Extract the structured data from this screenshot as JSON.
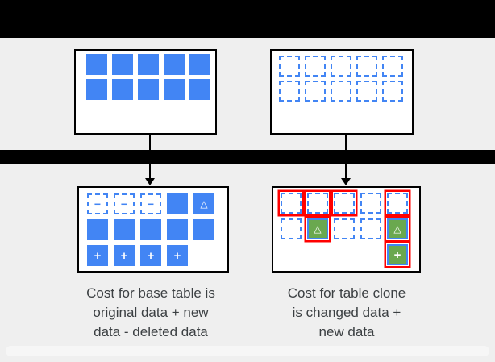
{
  "colors": {
    "background": "#efefef",
    "bar_black": "#000000",
    "block_blue": "#4285f4",
    "block_green": "#6aa84f",
    "highlight_red": "#ff0000",
    "box_background": "#ffffff",
    "box_border": "#000000",
    "caption_text": "#3c4043"
  },
  "cell_defs": {
    "S": {
      "cls": "solid",
      "sym": ""
    },
    "D": {
      "cls": "dashed",
      "sym": ""
    },
    "DM": {
      "cls": "dashed minus",
      "sym": "−"
    },
    "SD": {
      "cls": "solid delta",
      "sym": "△"
    },
    "SP": {
      "cls": "solid plus",
      "sym": "+"
    },
    "RD": {
      "cls": "dashed ring",
      "sym": ""
    },
    "GD": {
      "cls": "green ring delta",
      "sym": "△"
    },
    "GP": {
      "cls": "green ring plus",
      "sym": "+"
    },
    "E": {
      "cls": "empty",
      "sym": ""
    }
  },
  "boxes": {
    "base_table_original": {
      "rows": [
        [
          "S",
          "S",
          "S",
          "S",
          "S"
        ],
        [
          "S",
          "S",
          "S",
          "S",
          "S"
        ]
      ]
    },
    "table_clone_original": {
      "rows": [
        [
          "D",
          "D",
          "D",
          "D",
          "D"
        ],
        [
          "D",
          "D",
          "D",
          "D",
          "D"
        ]
      ]
    },
    "base_table_after": {
      "rows": [
        [
          "DM",
          "DM",
          "DM",
          "S",
          "SD"
        ],
        [
          "S",
          "S",
          "S",
          "S",
          "S"
        ],
        [
          "SP",
          "SP",
          "SP",
          "SP",
          "E"
        ]
      ]
    },
    "table_clone_after": {
      "rows": [
        [
          "RD",
          "RD",
          "RD",
          "D",
          "RD"
        ],
        [
          "D",
          "GD",
          "D",
          "D",
          "GD"
        ],
        [
          "E",
          "E",
          "E",
          "E",
          "GP"
        ]
      ]
    }
  },
  "captions": {
    "base_table": "Cost for base table is\noriginal data + new\ndata - deleted data",
    "table_clone": "Cost for table clone\nis changed data +\nnew data"
  }
}
